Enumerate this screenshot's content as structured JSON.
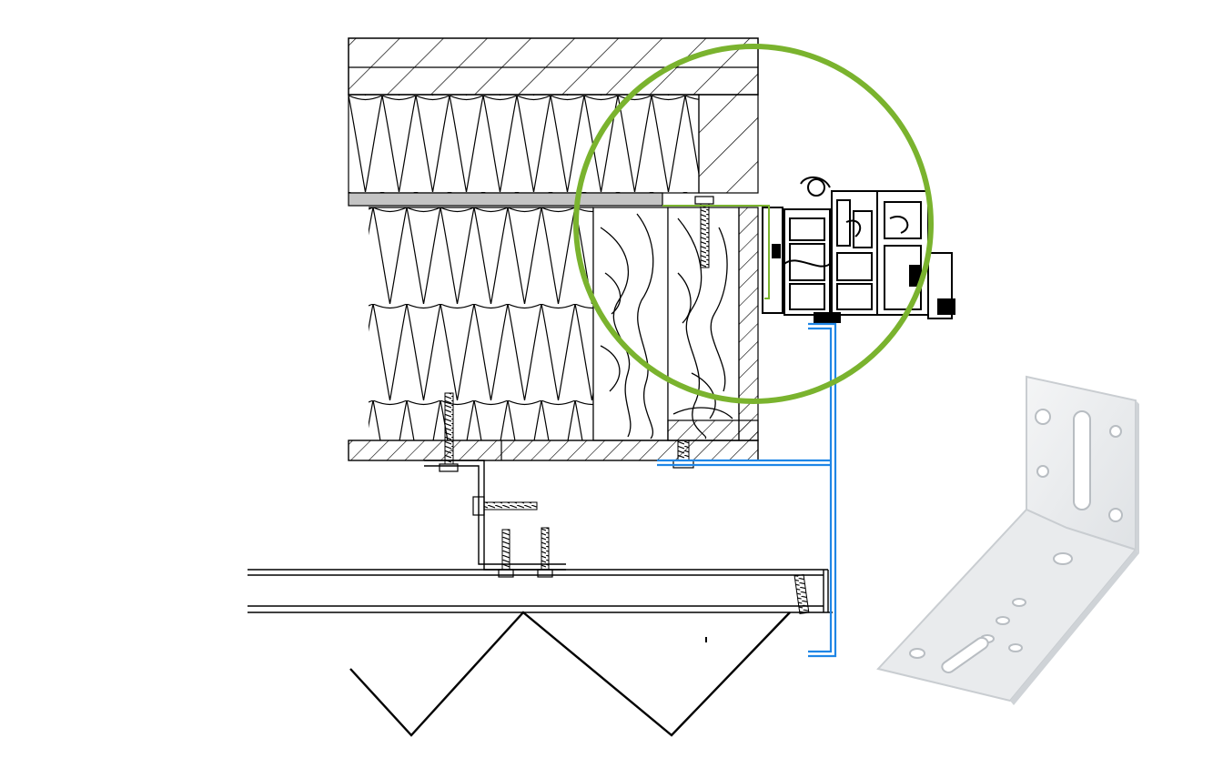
{
  "diagram": {
    "view": "section-detail",
    "components": [
      {
        "id": "top-board",
        "fill": "hatch"
      },
      {
        "id": "upper-insulation",
        "fill": "mineral-wool"
      },
      {
        "id": "membrane",
        "color": "#c4c4c4"
      },
      {
        "id": "lower-insulation",
        "fill": "mineral-wool"
      },
      {
        "id": "timber-frame",
        "fill": "wood-grain"
      },
      {
        "id": "bottom-board",
        "fill": "hatch"
      },
      {
        "id": "window-frame-profile"
      },
      {
        "id": "angle-bracket"
      },
      {
        "id": "screws"
      },
      {
        "id": "soffit-rail"
      },
      {
        "id": "zigzag-cladding"
      },
      {
        "id": "flashing",
        "color": "#1f86e6"
      },
      {
        "id": "highlight-circle",
        "color": "#7ab32e"
      },
      {
        "id": "bracket-3d-render",
        "color": "#eceef0"
      }
    ]
  }
}
